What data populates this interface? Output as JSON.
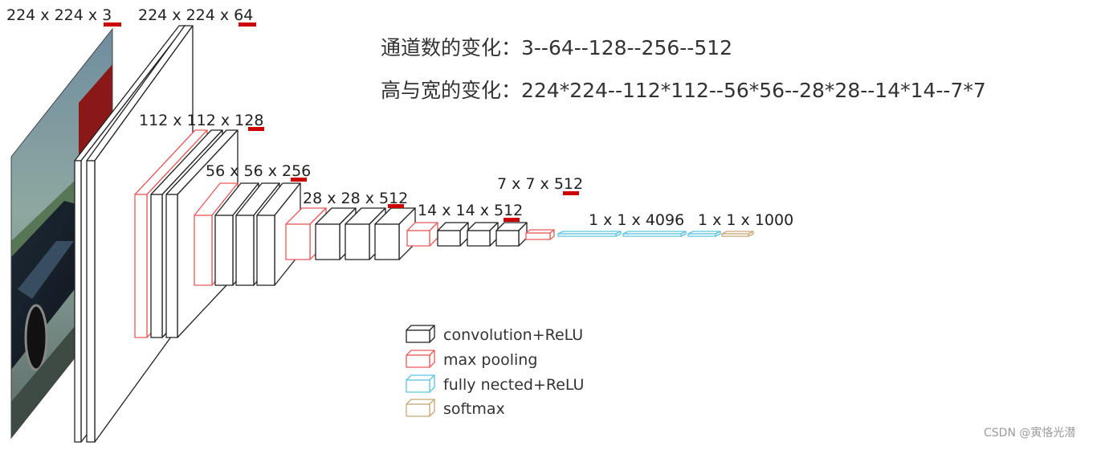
{
  "labels": {
    "input": "224 x 224 x 3",
    "conv1": "224 x 224 x 64",
    "conv2": "112 x 112 x 128",
    "conv3": "56 x 56 x 256",
    "conv4": "28 x 28 x 512",
    "conv5": "14 x 14 x 512",
    "pool5": "7 x 7 x 512",
    "fc": "1 x 1 x 4096",
    "softmax": "1 x 1 x 1000"
  },
  "notes": {
    "channels": "通道数的变化：3--64--128--256--512",
    "size": "高与宽的变化：224*224--112*112--56*56--28*28--14*14--7*7"
  },
  "legend": [
    {
      "label": "convolution+ReLU",
      "color": "#222222"
    },
    {
      "label": "max pooling",
      "color": "#e85a5a"
    },
    {
      "label": "fully nected+ReLU",
      "color": "#5ec3e0"
    },
    {
      "label": "softmax",
      "color": "#c8a878"
    }
  ],
  "colors": {
    "conv": "#222222",
    "pool": "#e85a5a",
    "fc": "#5ec3e0",
    "softmax": "#c8a878",
    "highlight": "#cc0000"
  },
  "watermark": "CSDN @寅恪光潜"
}
